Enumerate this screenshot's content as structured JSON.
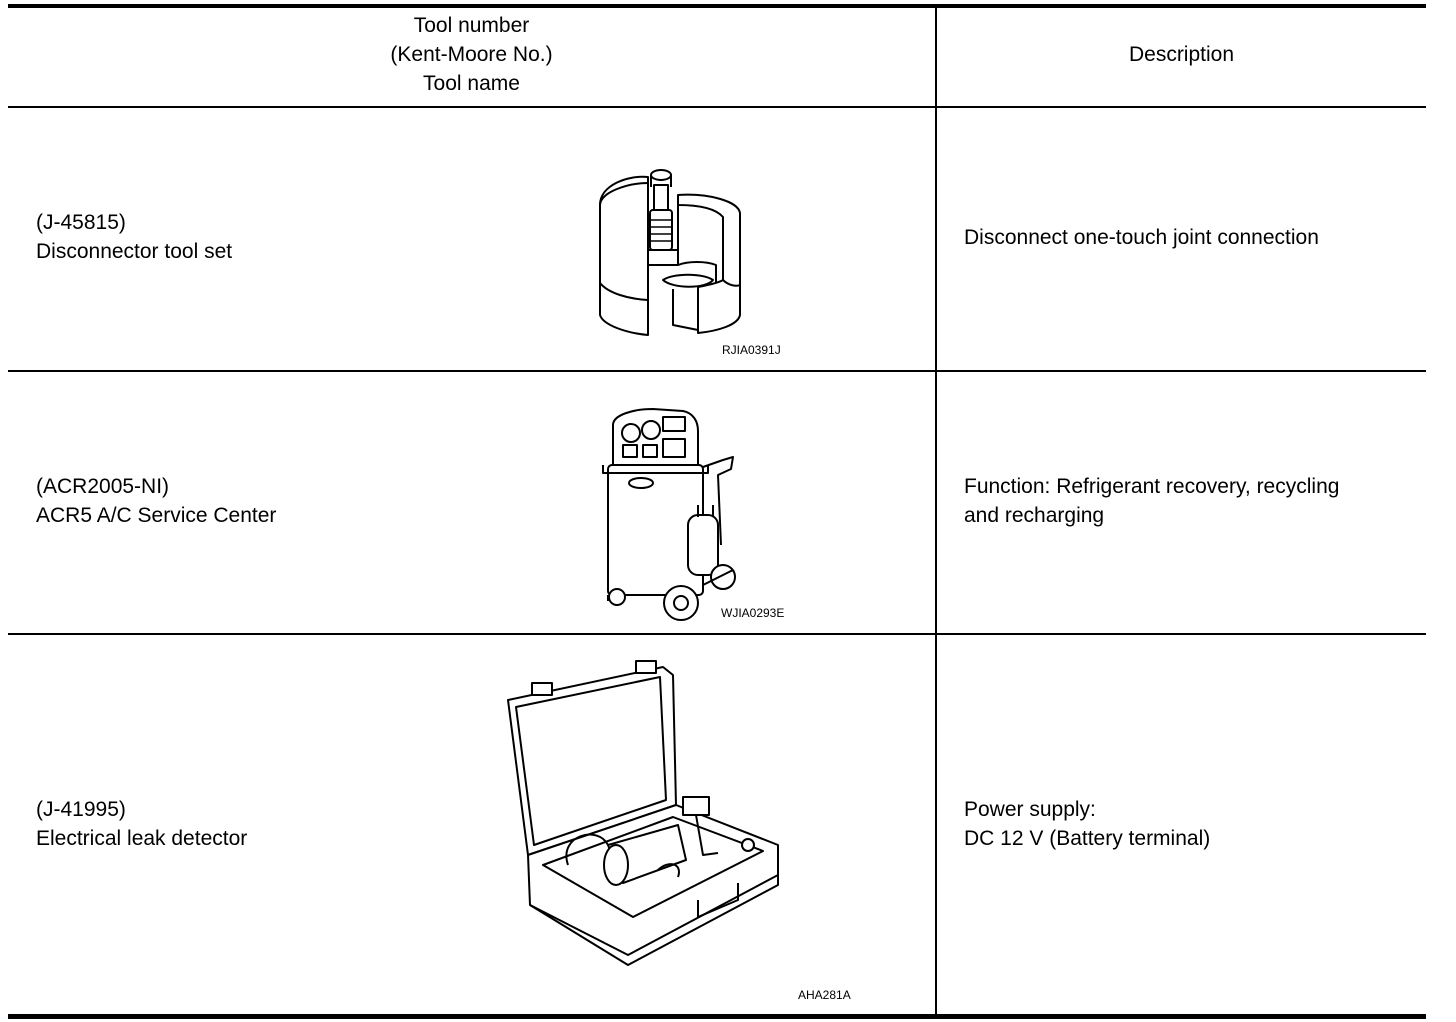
{
  "header": {
    "tool_col": [
      "Tool number",
      "(Kent-Moore No.)",
      "Tool name"
    ],
    "description_col": "Description"
  },
  "rows": [
    {
      "tool_number": "(J-45815)",
      "tool_name": "Disconnector tool set",
      "image_code": "RJIA0391J",
      "description": [
        "Disconnect one-touch joint connection"
      ]
    },
    {
      "tool_number": "(ACR2005-NI)",
      "tool_name": "ACR5 A/C Service Center",
      "image_code": "WJIA0293E",
      "description": [
        "Function: Refrigerant recovery, recycling",
        "and recharging"
      ]
    },
    {
      "tool_number": "(J-41995)",
      "tool_name": "Electrical leak detector",
      "image_code": "AHA281A",
      "description": [
        "Power supply:",
        "DC 12 V (Battery terminal)"
      ]
    }
  ]
}
